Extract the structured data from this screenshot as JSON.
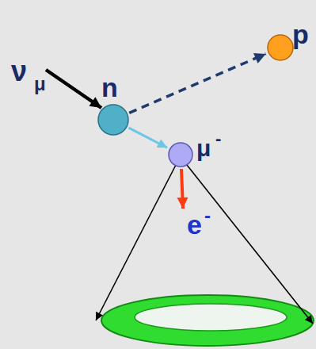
{
  "diagram": {
    "nodes": [
      {
        "text": [
          "n"
        ]
      },
      {
        "text": [
          "p"
        ]
      },
      {
        "text": [
          "μ",
          "-"
        ]
      }
    ],
    "edges": [
      {
        "from": 0,
        "to": 1,
        "arrow": "to"
      },
      {
        "from": 0,
        "to": 2,
        "arrow": "to"
      }
    ],
    "labels": [
      "ν",
      "μ",
      "e",
      "-"
    ]
  }
}
